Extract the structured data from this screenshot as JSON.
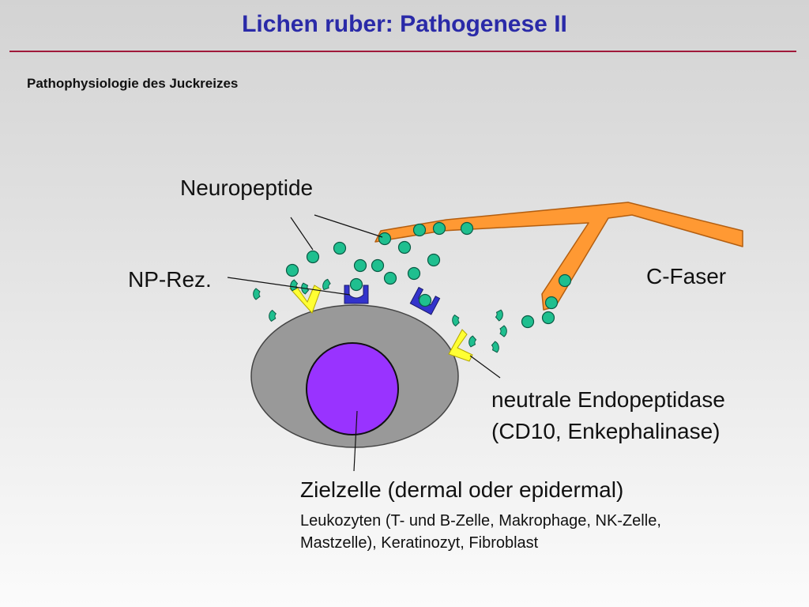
{
  "slide": {
    "title": "Lichen ruber: Pathogenese II",
    "subtitle": "Pathophysiologie des Juckreizes"
  },
  "diagram": {
    "labels": {
      "neuropeptides": "Neuropeptide",
      "np_receptor": "NP-Rez.",
      "c_fiber": "C-Faser",
      "endopeptidase_line1": "neutrale Endopeptidase",
      "endopeptidase_line2": "(CD10, Enkephalinase)",
      "target_cell": "Zielzelle (dermal oder epidermal)",
      "cell_types_line1": "Leukozyten (T- und B-Zelle, Makrophage, NK-Zelle,",
      "cell_types_line2": "Mastzelle), Keratinozyt, Fibroblast"
    },
    "colors": {
      "title": "#2a2aa8",
      "rule": "#a0193a",
      "nerve_fiber": "#ff9933",
      "neuropeptide": "#1fbf8f",
      "cell_body": "#999999",
      "nucleus": "#9933ff",
      "receptor": "#3333cc",
      "endopeptidase": "#ffff33"
    }
  }
}
